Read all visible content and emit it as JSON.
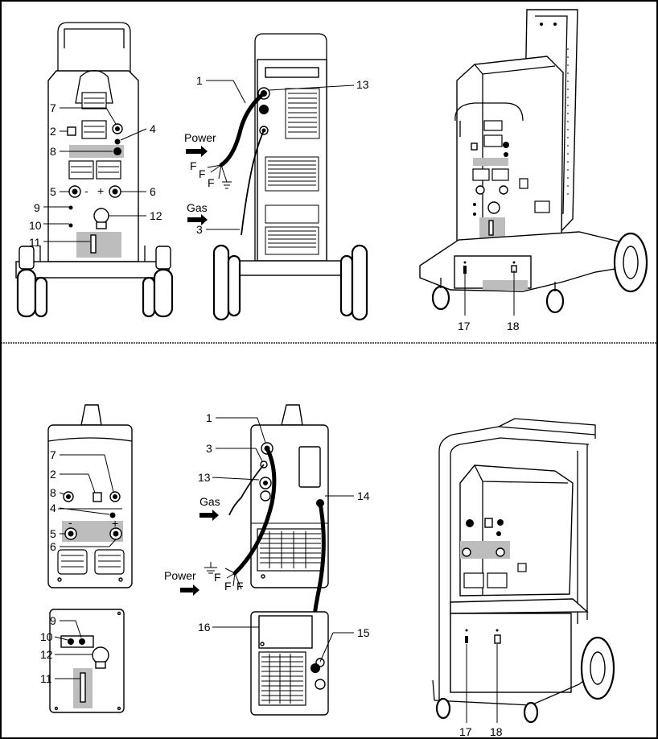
{
  "labels": {
    "n1": "1",
    "n2": "2",
    "n3": "3",
    "n4": "4",
    "n5": "5",
    "n6": "6",
    "n7": "7",
    "n8": "8",
    "n9": "9",
    "n10": "10",
    "n11": "11",
    "n12": "12",
    "n13": "13",
    "n14": "14",
    "n15": "15",
    "n16": "16",
    "n17": "17",
    "n18": "18"
  },
  "text": {
    "power": "Power",
    "gas": "Gas",
    "phase": "F",
    "minus": "-",
    "plus": "+"
  }
}
